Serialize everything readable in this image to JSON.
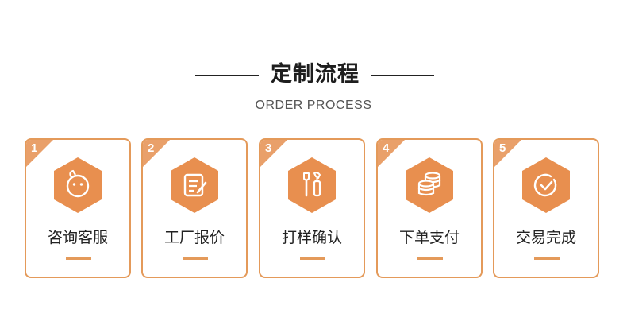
{
  "header": {
    "title": "定制流程",
    "subtitle": "ORDER PROCESS"
  },
  "colors": {
    "accent": "#e49a5a",
    "hexagon": "#e88f4f",
    "corner": "#e9a06a"
  },
  "steps": [
    {
      "number": "1",
      "label": "咨询客服",
      "icon": "chat-bubble-icon"
    },
    {
      "number": "2",
      "label": "工厂报价",
      "icon": "quote-document-icon"
    },
    {
      "number": "3",
      "label": "打样确认",
      "icon": "tools-icon"
    },
    {
      "number": "4",
      "label": "下单支付",
      "icon": "coins-icon"
    },
    {
      "number": "5",
      "label": "交易完成",
      "icon": "check-circle-icon"
    }
  ]
}
